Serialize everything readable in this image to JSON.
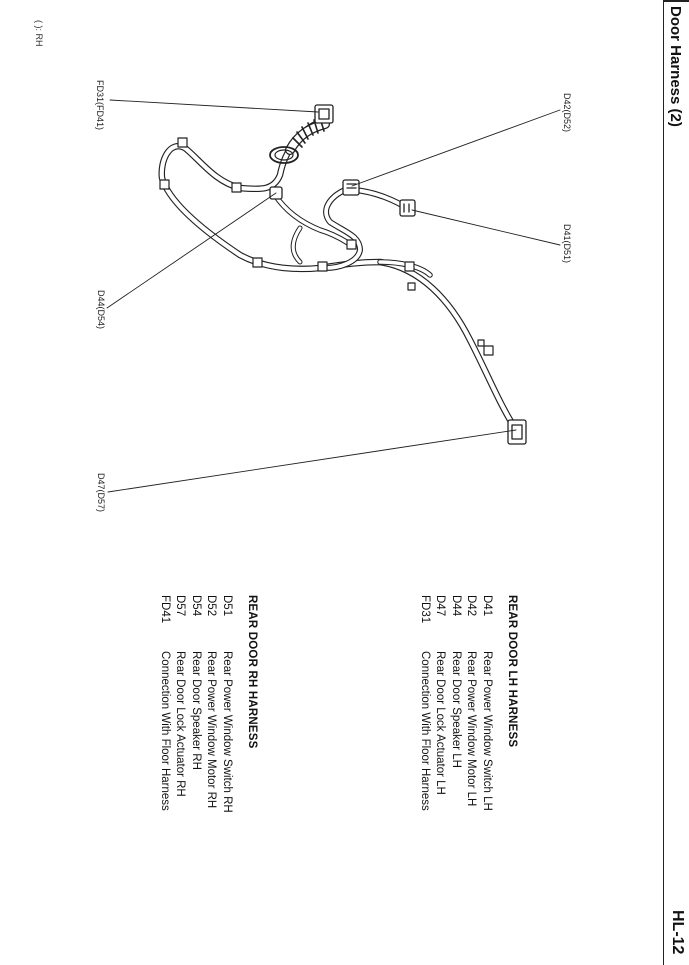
{
  "header": {
    "title": "Door Harness (2)",
    "page_number": "HL-12"
  },
  "note": "( ): RH",
  "callouts": {
    "fd31": "FD31(FD41)",
    "d42": "D42(D52)",
    "d41": "D41(D51)",
    "d44": "D44(D54)",
    "d47": "D47(D57)"
  },
  "legend_lh": {
    "title": "REAR DOOR LH HARNESS",
    "items": [
      {
        "code": "D41",
        "desc": "Rear Power Window Switch LH"
      },
      {
        "code": "D42",
        "desc": "Rear Power Window Motor LH"
      },
      {
        "code": "D44",
        "desc": "Rear Door Speaker LH"
      },
      {
        "code": "D47",
        "desc": "Rear Door Lock Actuator LH"
      },
      {
        "code": "FD31",
        "desc": "Connection With Floor Harness"
      }
    ]
  },
  "legend_rh": {
    "title": "REAR DOOR RH HARNESS",
    "items": [
      {
        "code": "D51",
        "desc": "Rear Power Window Switch RH"
      },
      {
        "code": "D52",
        "desc": "Rear Power Window Motor RH"
      },
      {
        "code": "D54",
        "desc": "Rear Door Speaker RH"
      },
      {
        "code": "D57",
        "desc": "Rear Door Lock Actuator RH"
      },
      {
        "code": "FD41",
        "desc": "Connection With Floor Harness"
      }
    ]
  }
}
